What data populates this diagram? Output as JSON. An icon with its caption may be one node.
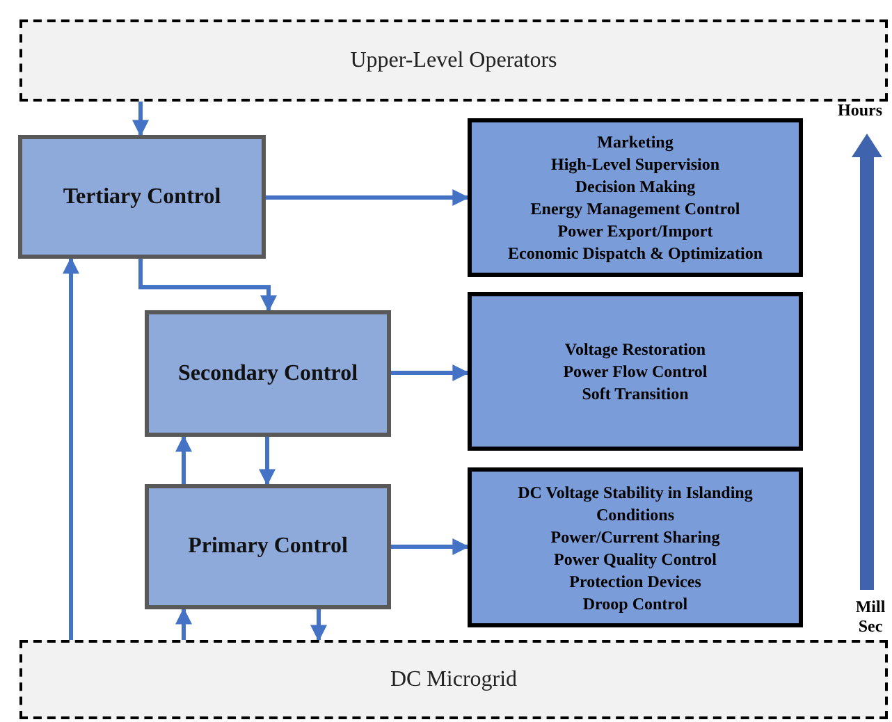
{
  "diagram": {
    "nodes": [
      {
        "text": [
          "Upper-Level Operators"
        ]
      },
      {
        "text": [
          "Tertiary Control"
        ]
      },
      {
        "text": [
          "Marketing",
          "High-Level Supervision",
          "Decision Making",
          "Energy Management Control",
          "Power Export/Import",
          "Economic Dispatch & Optimization"
        ]
      },
      {
        "text": [
          "Secondary Control"
        ]
      },
      {
        "text": [
          "Voltage Restoration",
          "Power Flow Control",
          "Soft Transition"
        ]
      },
      {
        "text": [
          "Primary Control"
        ]
      },
      {
        "text": [
          "DC Voltage Stability in Islanding Conditions",
          "Power/Current Sharing",
          "Power Quality Control",
          "Protection Devices",
          "Droop Control"
        ]
      },
      {
        "text": [
          "DC Microgrid"
        ]
      }
    ],
    "edges": [
      {
        "from": 0,
        "to": 1,
        "arrow": "to"
      },
      {
        "from": 1,
        "to": 2,
        "arrow": "to"
      },
      {
        "from": 1,
        "to": 3,
        "arrow": "to"
      },
      {
        "from": 3,
        "to": 4,
        "arrow": "to"
      },
      {
        "from": 5,
        "to": 3,
        "arrow": "to"
      },
      {
        "from": 3,
        "to": 5,
        "arrow": "to"
      },
      {
        "from": 5,
        "to": 6,
        "arrow": "to"
      },
      {
        "from": 7,
        "to": 5,
        "arrow": "to"
      },
      {
        "from": 5,
        "to": 7,
        "arrow": "to"
      },
      {
        "from": 7,
        "to": 1,
        "arrow": "to"
      }
    ],
    "labels": [
      "Hours",
      "Mill Sec"
    ]
  }
}
